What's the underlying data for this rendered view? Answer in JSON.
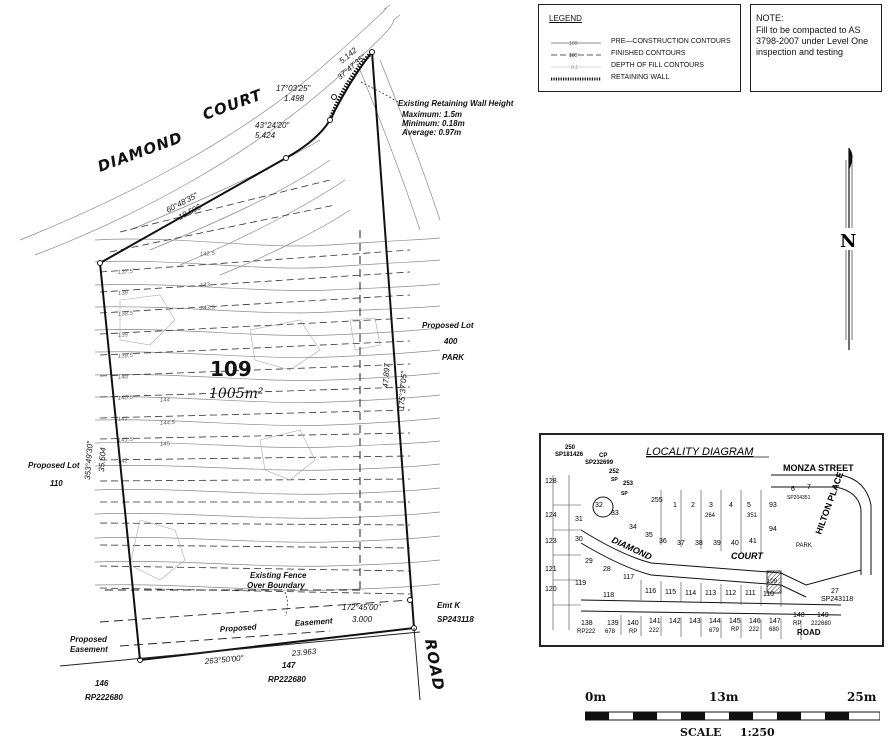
{
  "lot": {
    "number": "109",
    "area": "1005m²"
  },
  "street_top": "DIAMOND COURT",
  "street_top_word1": "DIAMOND",
  "street_top_word2": "COURT",
  "road_label": "ROAD",
  "neighbours": {
    "right": {
      "line1": "Proposed Lot",
      "line2": "400",
      "line3": "PARK"
    },
    "left": {
      "line1": "Proposed Lot",
      "line2": "110"
    },
    "bottom_left": {
      "line1": "Proposed",
      "line2": "Easement"
    },
    "bottom_146": {
      "line1": "146",
      "line2": "RP222680"
    },
    "bottom_147": {
      "line1": "147",
      "line2": "RP222680"
    },
    "emt": {
      "line1": "Emt K",
      "line2": "SP243118"
    }
  },
  "notes": {
    "retaining_wall": {
      "title": "Existing Retaining Wall Height",
      "max": "Maximum: 1.5m",
      "min": "Minimum: 0.18m",
      "avg": "Average: 0.97m"
    },
    "fence": {
      "line1": "Existing Fence",
      "line2": "Over Boundary"
    },
    "easement": {
      "line1": "Proposed",
      "line2": "Easement"
    }
  },
  "dimensions": {
    "arc1_bearing": "17°03'25\"",
    "arc1_len": "1.498",
    "arc2_bearing": "43°24'20\"",
    "arc2_len": "5.424",
    "top_bearing": "37°47'35\"",
    "top_len": "5.142",
    "front_bearing": "60°48'35\"",
    "front_len": "18.596",
    "right_bearing": "175°37'05\"",
    "right_len": "47.897",
    "left_bearing": "353°49'30\"",
    "left_len": "35.504",
    "rear_bearing": "263°50'00\"",
    "rear_len": "23.963",
    "emt_bearing": "172°45'00\"",
    "emt_len": "3.000"
  },
  "contour_labels": [
    "137.5",
    "138",
    "138.5",
    "139",
    "139.5",
    "140",
    "140.5",
    "141",
    "141.5",
    "142",
    "142.5",
    "143",
    "143.5",
    "144",
    "144.5",
    "145"
  ],
  "legend": {
    "title": "LEGEND",
    "rows": [
      {
        "sample": "100",
        "text": "PRE—CONSTRUCTION CONTOURS"
      },
      {
        "sample": "100",
        "text": "FINISHED CONTOURS"
      },
      {
        "sample": "0.1",
        "text": "DEPTH OF FILL CONTOURS"
      },
      {
        "sample": "",
        "text": "RETAINING WALL"
      }
    ]
  },
  "note_box": {
    "title": "NOTE:",
    "body": "Fill to be compacted to AS 3798-2007 under Level One inspection and testing"
  },
  "north_label": "N",
  "locality": {
    "title": "LOCALITY DIAGRAM",
    "streets": [
      "MONZA STREET",
      "HILTON PLACE",
      "DIAMOND",
      "COURT",
      "ROAD",
      "PARK"
    ],
    "top_labels": [
      "250",
      "SP181426",
      "CP",
      "SP232699",
      "252",
      "SP",
      "253",
      "SP"
    ],
    "lots_row1": [
      "128",
      "255",
      "1",
      "2",
      "3",
      "4",
      "5",
      "93",
      "6",
      "7"
    ],
    "lots_row1b": [
      "264",
      "351",
      "SP204351"
    ],
    "lots_row2": [
      "124",
      "31",
      "32",
      "33",
      "34",
      "35",
      "36",
      "37",
      "38",
      "39",
      "40",
      "41",
      "94"
    ],
    "lots_row3": [
      "123",
      "30",
      "29",
      "28",
      "117",
      "116",
      "115",
      "114",
      "113",
      "112",
      "111",
      "110",
      "109"
    ],
    "lots_row4": [
      "121",
      "120",
      "119",
      "118"
    ],
    "lots_bottom": [
      "138",
      "139",
      "140",
      "141",
      "142",
      "143",
      "144",
      "145",
      "146",
      "147",
      "148",
      "149"
    ],
    "bottom_codes": [
      "RP222",
      "678",
      "RP",
      "222",
      "679",
      "RP",
      "222",
      "680",
      "RP",
      "222680"
    ],
    "right_labels": [
      "27",
      "SP243118"
    ],
    "small": [
      "SP",
      "SP",
      "SP",
      "SP"
    ]
  },
  "scale": {
    "zero": "0m",
    "mid": "13m",
    "end": "25m",
    "label": "SCALE",
    "ratio": "1:250"
  }
}
